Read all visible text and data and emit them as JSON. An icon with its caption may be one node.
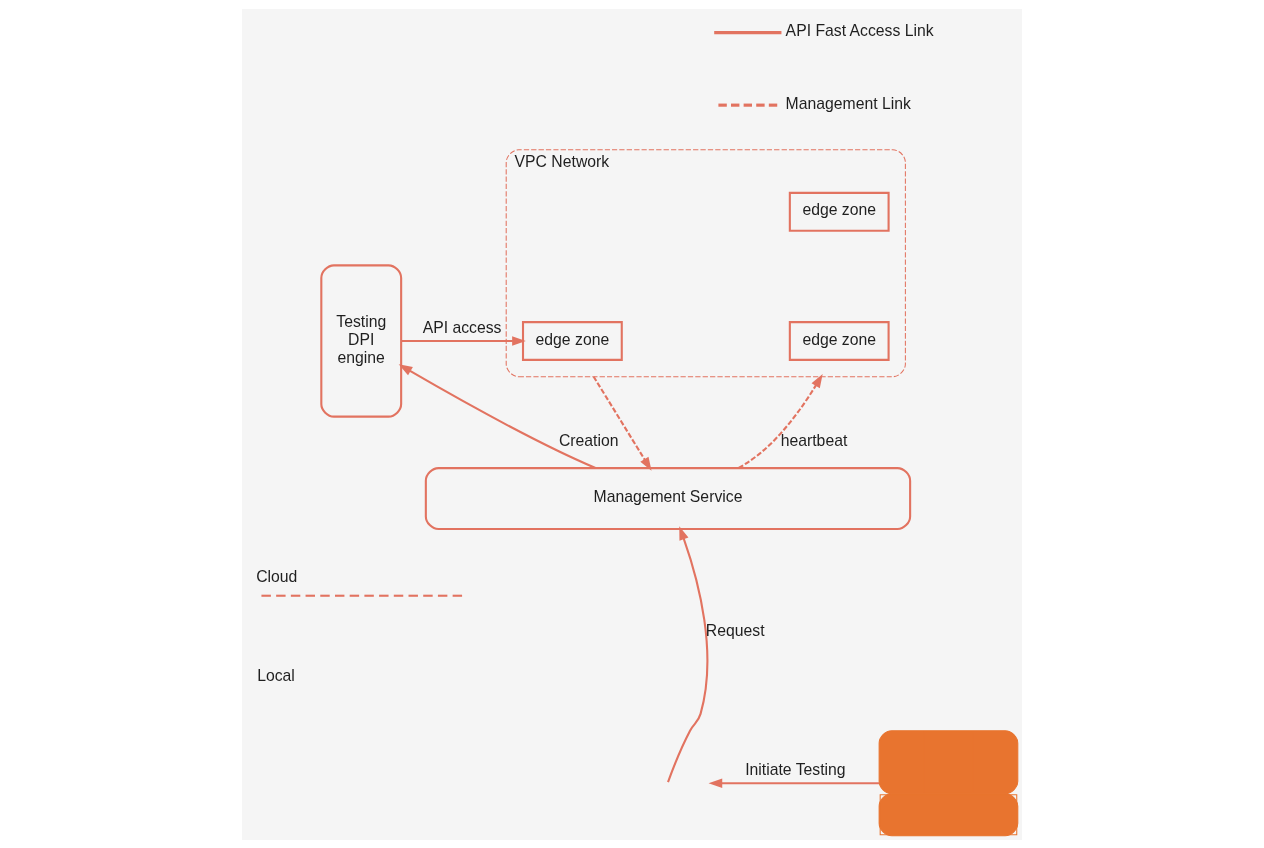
{
  "diagram": {
    "nodes": [
      {
        "text": [
          "Testing DPI engine"
        ]
      },
      {
        "text": [
          "VPC Network"
        ]
      },
      {
        "text": [
          "edge zone"
        ],
        "in": 1
      },
      {
        "text": [
          "edge zone"
        ],
        "in": 1
      },
      {
        "text": [
          "edge zone"
        ],
        "in": 1
      },
      {
        "text": [
          "Management Service"
        ]
      },
      {
        "text": [],
        "shape": "person"
      }
    ],
    "edges": [
      {
        "from": 0,
        "to": 3,
        "arrow": "to",
        "label": "API access"
      },
      {
        "from": 5,
        "to": 0,
        "arrow": "to",
        "label": "Creation"
      },
      {
        "from": 1,
        "to": 5,
        "arrow": "to",
        "style": "dashed"
      },
      {
        "from": 5,
        "to": 1,
        "arrow": "to",
        "style": "dashed",
        "label": "heartbeat"
      },
      {
        "from": null,
        "to": 5,
        "arrow": "to",
        "label": "Request"
      },
      {
        "from": 6,
        "to": null,
        "arrow": "to",
        "label": "Initiate Testing"
      }
    ],
    "labels": [
      "Cloud",
      "Local"
    ],
    "legend": [
      {
        "text": "API Fast Access Link"
      },
      {
        "text": "Management Link"
      }
    ]
  }
}
